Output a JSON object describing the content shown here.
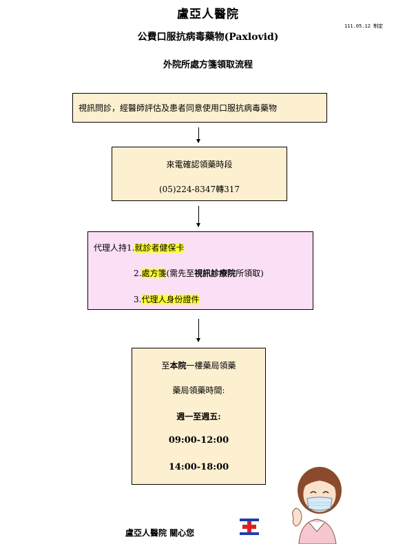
{
  "header": {
    "hospital": "盧亞人醫院",
    "date": "111.05.12 制定",
    "title_line1": "公費口服抗病毒藥物(Paxlovid)",
    "title_line2": "外院所處方箋領取流程"
  },
  "step1": {
    "text": "視訊問診，經醫師評估及患者同意使用口服抗病毒藥物"
  },
  "step2": {
    "line1": "來電確認領藥時段",
    "line2": "(05)224-8347轉317"
  },
  "step3": {
    "prefix": "代理人持",
    "item1_num": "1.",
    "item1": "就診者健保卡",
    "item2_num": "2.",
    "item2": "處方箋",
    "item2_note_a": "(需先至",
    "item2_note_b": "視訊診療院",
    "item2_note_c": "所領取)",
    "item3_num": "3.",
    "item3": "代理人身份證件"
  },
  "step4": {
    "line1_a": "至",
    "line1_b": "本院",
    "line1_c": "一樓藥局領藥",
    "line2": "藥局領藥時間:",
    "line3": "週一至週五:",
    "line4": "09:00-12:00",
    "line5": "14:00-18:00"
  },
  "footer": {
    "text": "盧亞人醫院  關心您"
  },
  "colors": {
    "box_cream": "#fdf0d1",
    "box_pink": "#fbdff5",
    "highlight": "#ffff33",
    "logo_blue": "#1a3fb0",
    "logo_red": "#e02020"
  }
}
